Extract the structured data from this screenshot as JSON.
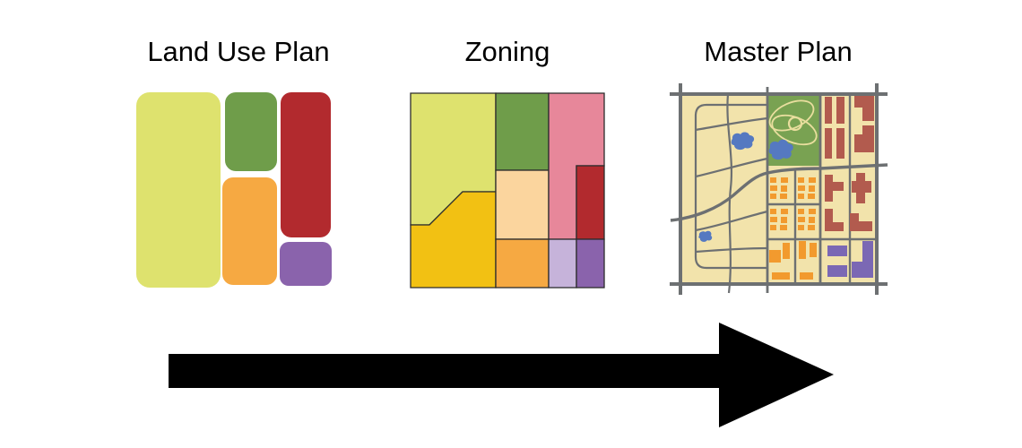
{
  "titles": {
    "land_use": "Land Use Plan",
    "zoning": "Zoning",
    "master": "Master Plan"
  },
  "arrow": {
    "direction": "right"
  },
  "palette": {
    "chartreuse": "#dee26e",
    "green": "#6f9d4a",
    "orange": "#f6a942",
    "red": "#b22a2e",
    "purple": "#8a63ac",
    "golden": "#f2c113",
    "peach": "#fbd59e",
    "pink": "#e7879a",
    "lavender": "#c6b3da",
    "black": "#000000",
    "map_base": "#f2e3ab",
    "map_road": "#6d7072",
    "park_green": "#79a252",
    "park_path": "#e9de9e",
    "water_blue": "#5579c1",
    "bldg_orange": "#f29a2e",
    "bldg_brick": "#b25b4e",
    "bldg_purple": "#7b68b4"
  }
}
